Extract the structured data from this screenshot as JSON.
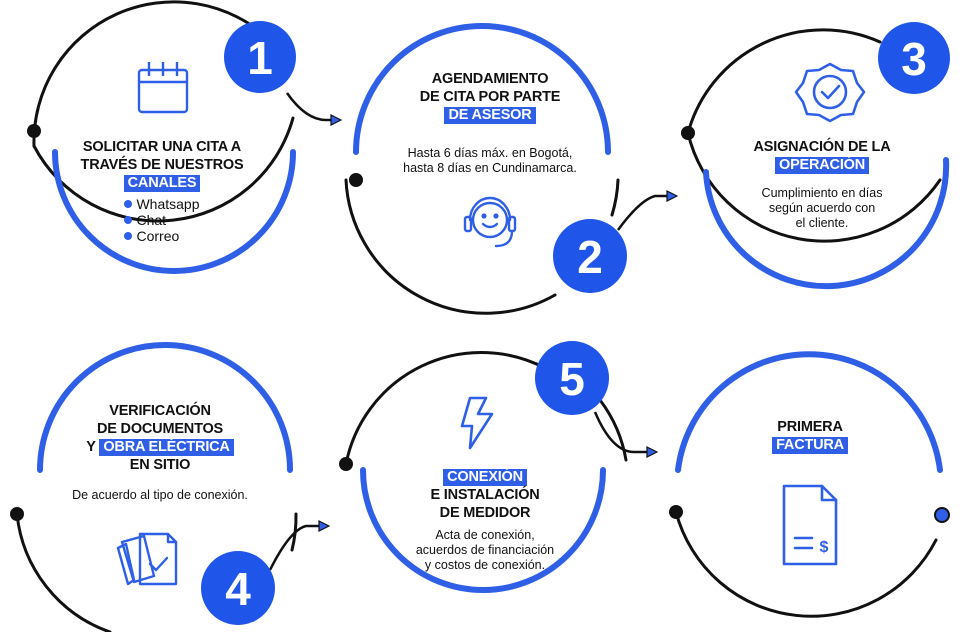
{
  "colors": {
    "accent": "#2f5fe6",
    "dark": "#111111",
    "badge": "#1f55e8"
  },
  "steps": [
    {
      "number": "1",
      "title_lines": [
        "SOLICITAR UNA CITA A",
        "TRAVÉS DE NUESTROS"
      ],
      "highlight": "CANALES",
      "channels": [
        "Whatsapp",
        "Chat",
        "Correo"
      ],
      "icon": "calendar-icon"
    },
    {
      "number": "2",
      "title_lines": [
        "AGENDAMIENTO",
        "DE CITA  POR PARTE"
      ],
      "highlight": "DE ASESOR",
      "desc_lines": [
        "Hasta 6 días máx. en Bogotá,",
        "hasta 8 días en Cundinamarca."
      ],
      "icon": "headset-agent-icon"
    },
    {
      "number": "3",
      "title_lines": [
        "ASIGNACIÓN DE LA"
      ],
      "highlight": "OPERACIÓN",
      "desc_lines": [
        "Cumplimiento en días",
        "según acuerdo con",
        "el cliente."
      ],
      "icon": "check-badge-icon"
    },
    {
      "number": "4",
      "title_lines": [
        "VERIFICACIÓN",
        "DE DOCUMENTOS"
      ],
      "title_prefix": "Y",
      "highlight": "OBRA ELÉCTRICA",
      "title_suffix": "EN SITIO",
      "desc_lines": [
        "De acuerdo al tipo de conexión."
      ],
      "icon": "documents-check-icon"
    },
    {
      "number": "5",
      "highlight": "CONEXIÓN",
      "title_lines": [
        "E INSTALACIÓN",
        "DE MEDIDOR"
      ],
      "desc_lines": [
        "Acta de conexión,",
        "acuerdos de financiación",
        "y costos de conexión."
      ],
      "icon": "lightning-icon"
    },
    {
      "title_lines": [
        "PRIMERA"
      ],
      "highlight": "FACTURA",
      "icon": "invoice-icon"
    }
  ]
}
